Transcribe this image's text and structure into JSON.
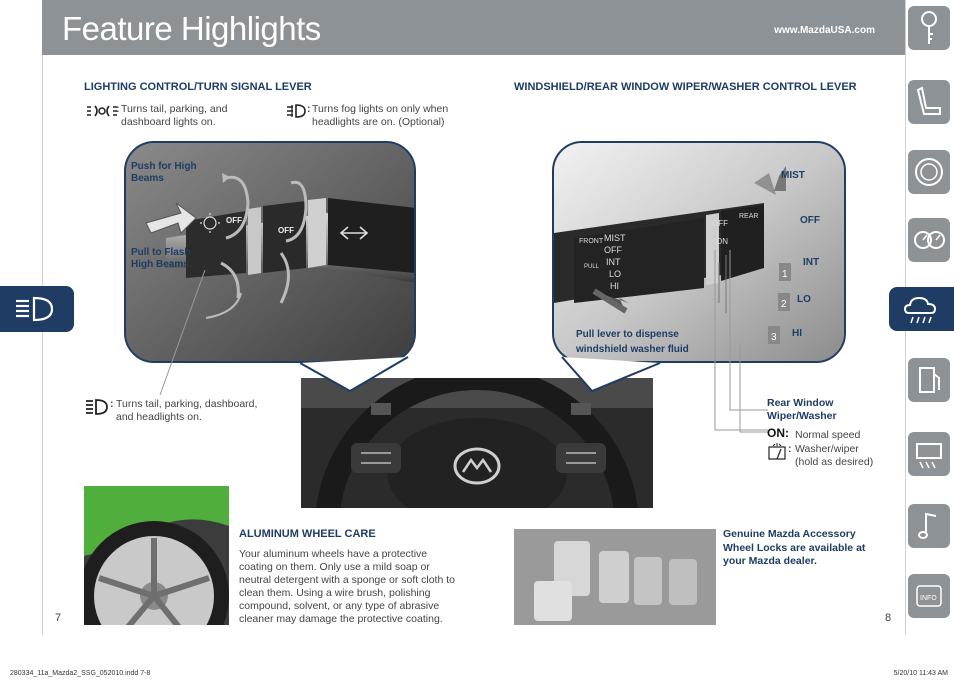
{
  "header": {
    "title": "Feature Highlights",
    "url": "www.MazdaUSA.com"
  },
  "lighting": {
    "heading": "LIGHTING CONTROL/TURN SIGNAL LEVER",
    "legend_parking": "Turns tail, parking, and dashboard lights on.",
    "legend_fog": "Turns fog lights on only when headlights are on. (Optional)",
    "legend_headlights": "Turns tail, parking, dashboard, and headlights on.",
    "callout_push": "Push for High Beams",
    "callout_pull": "Pull to Flash High Beams",
    "lever_off_1": "OFF",
    "lever_off_2": "OFF"
  },
  "wiper": {
    "heading": "WINDSHIELD/REAR WINDOW WIPER/WASHER CONTROL LEVER",
    "mist": "MIST",
    "off": "OFF",
    "int": "INT",
    "lo": "LO",
    "hi": "HI",
    "num_1": "1",
    "num_2": "2",
    "num_3": "3",
    "pull_lever": "Pull lever to dispense windshield washer fluid",
    "rear_title": "Rear Window Wiper/Washer",
    "on_label": "ON:",
    "on_text": "Normal speed",
    "washer_text": "Washer/wiper (hold as desired)",
    "lever_labels": {
      "front": "FRONT",
      "pull": "PULL",
      "mist": "MIST",
      "off": "OFF",
      "int": "INT",
      "lo": "LO",
      "hi": "HI",
      "rear_off": "OFF",
      "rear_on": "ON",
      "rear": "REAR"
    }
  },
  "wheel_care": {
    "heading": "ALUMINUM WHEEL CARE",
    "body": "Your aluminum wheels have a protective coating on them. Only use a mild soap or neutral detergent with a sponge or soft cloth to clean them. Using a wire brush, polishing compound, solvent, or any type of abrasive cleaner may damage the protective coating."
  },
  "accessory": {
    "text": "Genuine Mazda Accessory Wheel Locks are available at your Mazda dealer."
  },
  "pages": {
    "left": "7",
    "right": "8"
  },
  "footer": {
    "file": "280334_11a_Mazda2_SSG_052010.indd   7-8",
    "date": "5/20/10   11:43 AM"
  },
  "side_tabs": [
    {
      "icon": "key-icon"
    },
    {
      "icon": "seat-icon"
    },
    {
      "icon": "steering-wheel-icon"
    },
    {
      "icon": "gauges-icon"
    },
    {
      "icon": "weather-cloud-icon",
      "active": true
    },
    {
      "icon": "fuel-icon"
    },
    {
      "icon": "climate-control-icon"
    },
    {
      "icon": "music-note-icon"
    },
    {
      "icon": "info-icon",
      "label": "INFO"
    }
  ],
  "colors": {
    "navy": "#1e3c64",
    "header_gray": "#8d9296"
  }
}
